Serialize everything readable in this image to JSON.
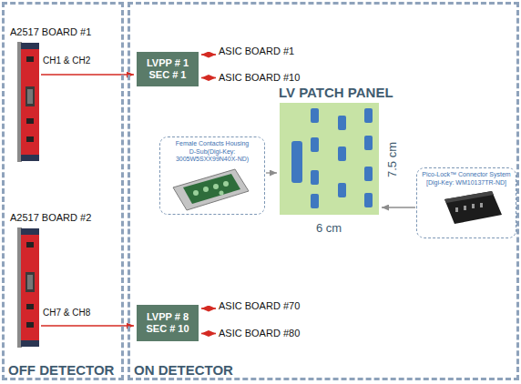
{
  "diagram": {
    "nodes": [
      {
        "text": [
          "OFF DETECTOR"
        ]
      },
      {
        "text": [
          "A2517 BOARD #1",
          "CH1 & CH2"
        ],
        "in": 0
      },
      {
        "text": [
          "A2517 BOARD #2",
          "CH7 & CH8"
        ],
        "in": 0
      },
      {
        "text": [
          "ON DETECTOR"
        ]
      },
      {
        "text": [
          "LVPP # 1 SEC # 1"
        ],
        "in": 3
      },
      {
        "text": [
          "ASIC BOARD #1"
        ],
        "in": 3
      },
      {
        "text": [
          "ASIC BOARD #10"
        ],
        "in": 3
      },
      {
        "text": [
          "Female Contacts Housing",
          "D-Sub(Digi-Key: 3005W5SXX99N40X-ND)"
        ],
        "in": 3
      },
      {
        "text": [
          "LV PATCH PANEL"
        ],
        "in": 3
      },
      {
        "text": [
          "Pico-Lock™ Connector System",
          "[Digi-Key: WM10137TR-ND]"
        ],
        "in": 3
      },
      {
        "text": [
          "LVPP # 8 SEC # 10"
        ],
        "in": 3
      },
      {
        "text": [
          "ASIC BOARD #70"
        ],
        "in": 3
      },
      {
        "text": [
          "ASIC BOARD #80"
        ],
        "in": 3
      }
    ],
    "edges": [
      {
        "from": 1,
        "to": 4,
        "arrow": "to"
      },
      {
        "from": 4,
        "to": 5,
        "arrow": "both"
      },
      {
        "from": 4,
        "to": 6,
        "arrow": "both"
      },
      {
        "from": 7,
        "to": 8,
        "arrow": "to"
      },
      {
        "from": 9,
        "to": 8,
        "arrow": "to"
      },
      {
        "from": 2,
        "to": 10,
        "arrow": "to"
      },
      {
        "from": 10,
        "to": 11,
        "arrow": "both"
      },
      {
        "from": 10,
        "to": 12,
        "arrow": "both"
      }
    ],
    "labels": [
      "7.5 cm",
      "6 cm"
    ]
  }
}
